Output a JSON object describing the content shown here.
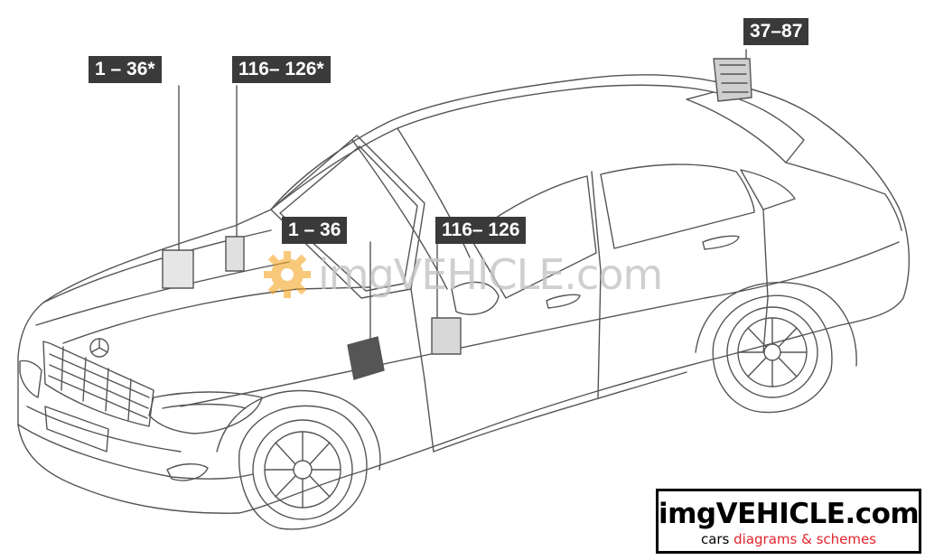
{
  "callouts": [
    {
      "id": "hood-left",
      "text": "1 – 36*"
    },
    {
      "id": "hood-right",
      "text": "116– 126*"
    },
    {
      "id": "trunk",
      "text": "37–87"
    },
    {
      "id": "engine",
      "text": "1 – 36"
    },
    {
      "id": "dash",
      "text": "116– 126"
    }
  ],
  "watermark": {
    "text": "imgVEHICLE.com"
  },
  "logo": {
    "title": "imgVEHICLE.com",
    "subtitle_plain": "cars ",
    "subtitle_accent": "diagrams & schemes"
  },
  "colors": {
    "callout_bg": "#3a3a3a",
    "callout_text": "#ffffff",
    "line_art": "#555555",
    "watermark_gear": "#f5a623",
    "logo_accent": "#e3232c"
  },
  "icons": [
    "gear-icon",
    "star-emblem-icon"
  ]
}
